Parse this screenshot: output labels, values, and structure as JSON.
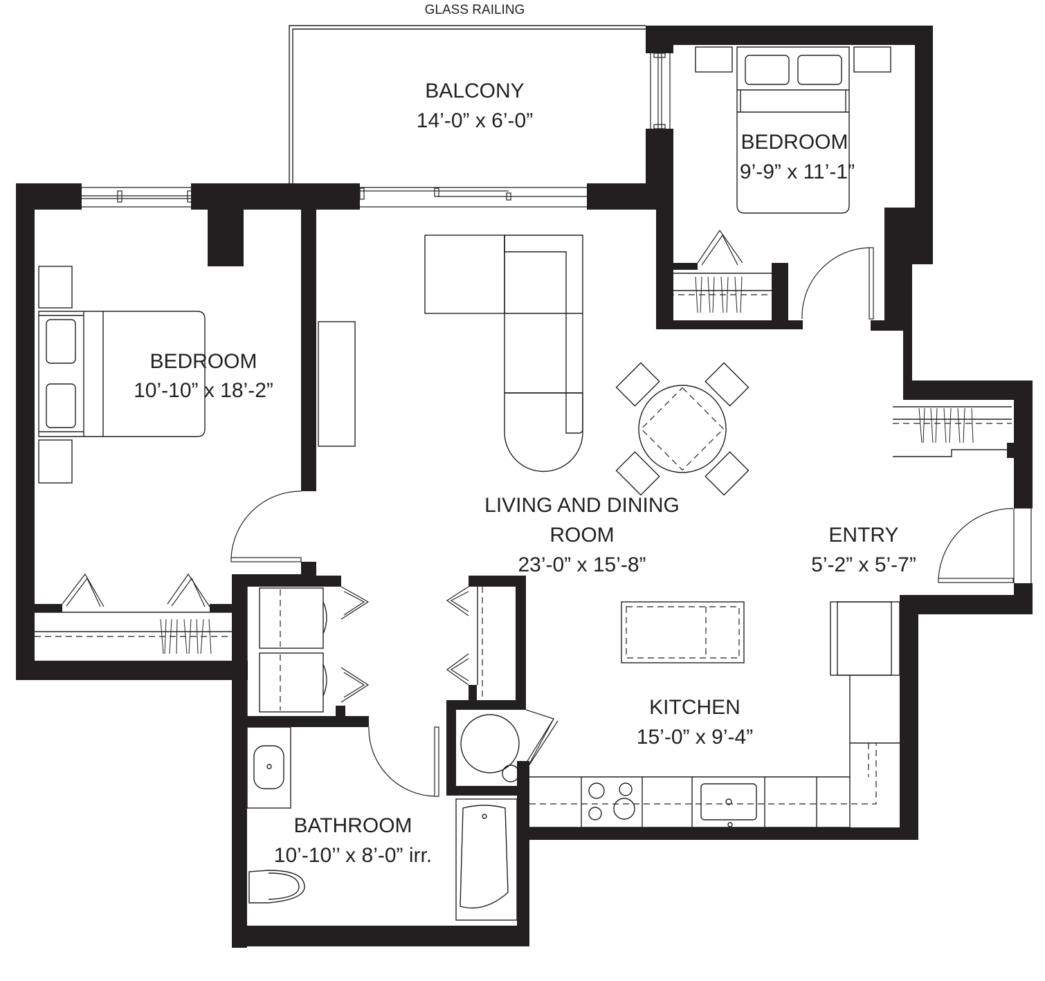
{
  "annotations": {
    "glass_railing": "GLASS RAILING"
  },
  "rooms": {
    "balcony": {
      "name": "BALCONY",
      "size": "14’-0” x 6’-0”"
    },
    "bedroom_small": {
      "name": "BEDROOM",
      "size": "9’-9” x 11’-1”"
    },
    "bedroom_large": {
      "name": "BEDROOM",
      "size": "10’-10” x 18’-2”"
    },
    "living_dining": {
      "name_line1": "LIVING AND DINING",
      "name_line2": "ROOM",
      "size": "23’-0” x 15’-8”"
    },
    "entry": {
      "name": "ENTRY",
      "size": "5’-2” x 5’-7”"
    },
    "kitchen": {
      "name": "KITCHEN",
      "size": "15’-0” x 9’-4”"
    },
    "bathroom": {
      "name": "BATHROOM",
      "size": "10’-10’’ x 8’-0” irr."
    }
  },
  "colors": {
    "wall": "#231f20",
    "background": "#ffffff"
  }
}
